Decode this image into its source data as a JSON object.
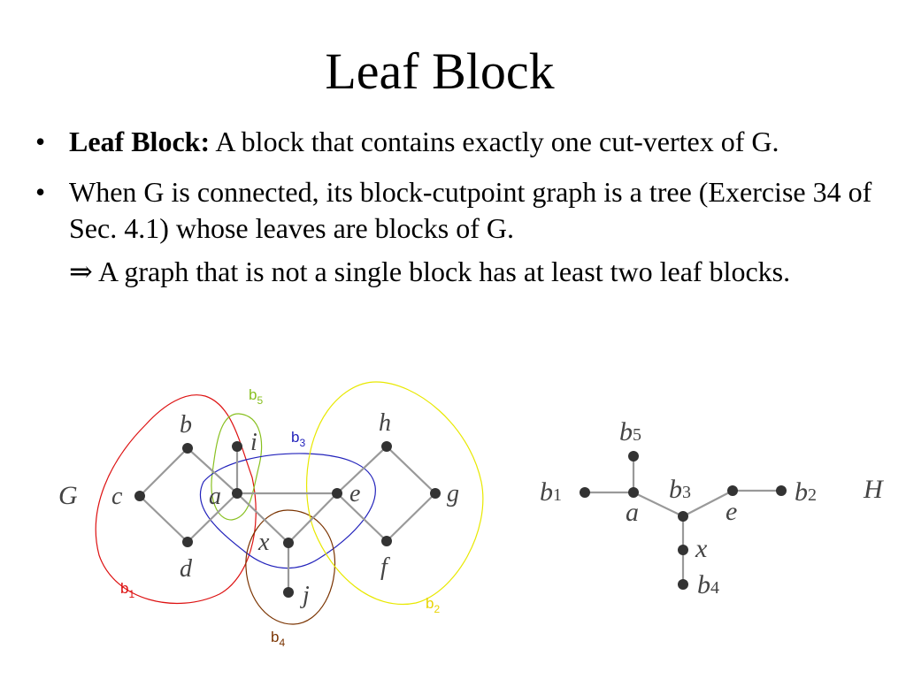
{
  "title": "Leaf Block",
  "bullets": [
    {
      "term": "Leaf Block:",
      "text": " A block that contains exactly one cut-vertex of G."
    },
    {
      "term": "",
      "text": "When G is connected, its block-cutpoint graph is a tree (Exercise 34 of Sec. 4.1) whose leaves are blocks of G."
    }
  ],
  "continuation": {
    "arrow": "⇒",
    "text": " A graph that is not a single block has at least two leaf blocks."
  },
  "graph_g": {
    "name": "G",
    "vertices": [
      "b",
      "i",
      "c",
      "a",
      "e",
      "h",
      "g",
      "x",
      "d",
      "f",
      "j"
    ],
    "edges": [
      [
        "b",
        "c"
      ],
      [
        "c",
        "d"
      ],
      [
        "d",
        "a"
      ],
      [
        "a",
        "b"
      ],
      [
        "a",
        "i"
      ],
      [
        "a",
        "e"
      ],
      [
        "a",
        "x"
      ],
      [
        "x",
        "e"
      ],
      [
        "x",
        "j"
      ],
      [
        "e",
        "h"
      ],
      [
        "h",
        "g"
      ],
      [
        "g",
        "f"
      ],
      [
        "f",
        "e"
      ]
    ],
    "blocks": [
      {
        "name": "b",
        "sub": "1",
        "color": "#dd1111"
      },
      {
        "name": "b",
        "sub": "2",
        "color": "#e8e800"
      },
      {
        "name": "b",
        "sub": "3",
        "color": "#2222bb"
      },
      {
        "name": "b",
        "sub": "4",
        "color": "#7a3300"
      },
      {
        "name": "b",
        "sub": "5",
        "color": "#88c020"
      }
    ]
  },
  "graph_h": {
    "name": "H",
    "nodes": [
      {
        "id": "b5",
        "base": "b",
        "sub": "5"
      },
      {
        "id": "b1",
        "base": "b",
        "sub": "1"
      },
      {
        "id": "a",
        "base": "a",
        "sub": ""
      },
      {
        "id": "b3",
        "base": "b",
        "sub": "3"
      },
      {
        "id": "e",
        "base": "e",
        "sub": ""
      },
      {
        "id": "b2",
        "base": "b",
        "sub": "2"
      },
      {
        "id": "x",
        "base": "x",
        "sub": ""
      },
      {
        "id": "b4",
        "base": "b",
        "sub": "4"
      }
    ],
    "edges": [
      [
        "b1",
        "a"
      ],
      [
        "a",
        "b5"
      ],
      [
        "a",
        "b3"
      ],
      [
        "b3",
        "e"
      ],
      [
        "e",
        "b2"
      ],
      [
        "b3",
        "x"
      ],
      [
        "x",
        "b4"
      ]
    ]
  }
}
